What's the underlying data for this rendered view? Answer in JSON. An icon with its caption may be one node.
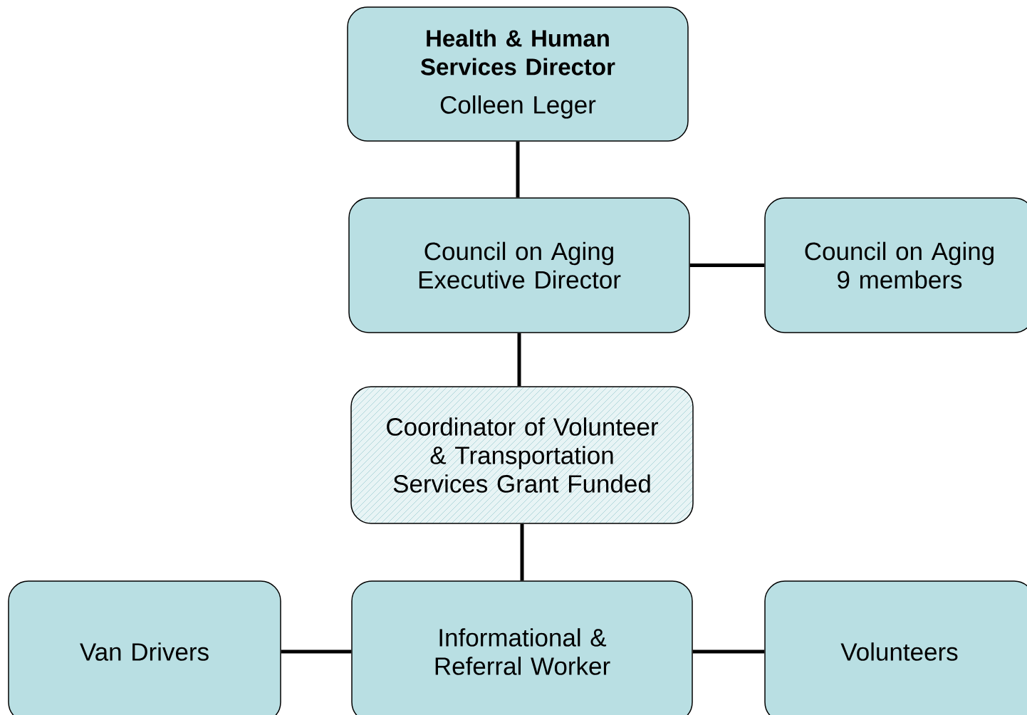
{
  "diagram": {
    "nodes": [
      {
        "text": [
          "Health & Human Services Director",
          "Colleen Leger"
        ]
      },
      {
        "text": [
          "Council on Aging Executive Director"
        ]
      },
      {
        "text": [
          "Council on Aging 9 members"
        ]
      },
      {
        "text": [
          "Coordinator of Volunteer & Transportation Services Grant Funded"
        ]
      },
      {
        "text": [
          "Van Drivers"
        ]
      },
      {
        "text": [
          "Informational & Referral Worker"
        ]
      },
      {
        "text": [
          "Volunteers"
        ]
      }
    ],
    "edges": [
      {
        "from": 0,
        "to": 1,
        "arrow": "none"
      },
      {
        "from": 1,
        "to": 2,
        "arrow": "none"
      },
      {
        "from": 1,
        "to": 3,
        "arrow": "none"
      },
      {
        "from": 3,
        "to": 5,
        "arrow": "none"
      },
      {
        "from": 4,
        "to": 5,
        "arrow": "none"
      },
      {
        "from": 5,
        "to": 6,
        "arrow": "none"
      }
    ]
  }
}
